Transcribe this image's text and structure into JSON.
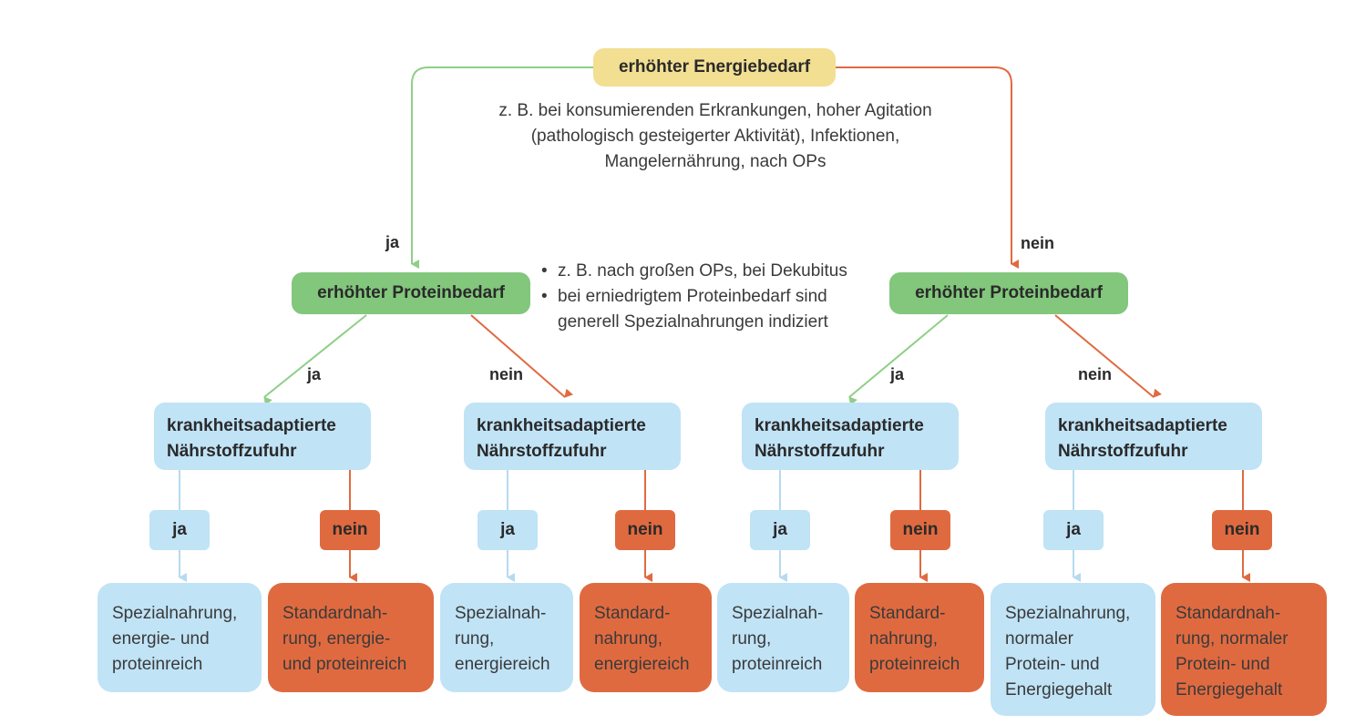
{
  "colors": {
    "yes_line": "#8fce87",
    "no_line": "#e06a40",
    "blue_line": "#b5dbf0",
    "root_fill": "#f2df92",
    "protein_fill": "#82c77c",
    "adapt_fill": "#c0e3f6",
    "orange_fill": "#e06a40"
  },
  "root": {
    "label": "erhöhter Energiebedarf",
    "note": "z. B. bei konsumierenden Erkrankungen, hoher Agitation (pathologisch gesteigerter Aktivität), Infektionen, Mangelernährung, nach OPs",
    "note_lines": [
      "z. B. bei konsumierenden Erkrankungen, hoher Agitation",
      "(pathologisch gesteigerter Aktivität), Infektionen,",
      "Mangelernährung, nach OPs"
    ],
    "yes_label": "ja",
    "no_label": "nein"
  },
  "protein_note": {
    "bullets": [
      "z. B. nach großen OPs, bei Dekubitus",
      "bei erniedrigtem Proteinbedarf sind generell Spezialnahrungen indiziert"
    ],
    "bullet2_lines": [
      "bei erniedrigtem Proteinbedarf sind",
      "generell Spezialnahrungen indiziert"
    ]
  },
  "protein_nodes": [
    {
      "label": "erhöhter Proteinbedarf",
      "yes_label": "ja",
      "no_label": "nein"
    },
    {
      "label": "erhöhter Proteinbedarf",
      "yes_label": "ja",
      "no_label": "nein"
    }
  ],
  "adapt_nodes": [
    {
      "line1": "krankheitsadaptierte",
      "line2": "Nährstoffzufuhr",
      "yes": "ja",
      "no": "nein"
    },
    {
      "line1": "krankheitsadaptierte",
      "line2": "Nährstoffzufuhr",
      "yes": "ja",
      "no": "nein"
    },
    {
      "line1": "krankheitsadaptierte",
      "line2": "Nährstoffzufuhr",
      "yes": "ja",
      "no": "nein"
    },
    {
      "line1": "krankheitsadaptierte",
      "line2": "Nährstoffzufuhr",
      "yes": "ja",
      "no": "nein"
    }
  ],
  "leaves": [
    {
      "type": "special",
      "lines": [
        "Spezialnahrung,",
        "energie- und",
        "proteinreich"
      ]
    },
    {
      "type": "standard",
      "lines": [
        "Standardnah-",
        "rung, energie-",
        "und proteinreich"
      ]
    },
    {
      "type": "special",
      "lines": [
        "Spezialnah-",
        "rung,",
        "energiereich"
      ]
    },
    {
      "type": "standard",
      "lines": [
        "Standard-",
        "nahrung,",
        "energiereich"
      ]
    },
    {
      "type": "special",
      "lines": [
        "Spezialnah-",
        "rung,",
        "proteinreich"
      ]
    },
    {
      "type": "standard",
      "lines": [
        "Standard-",
        "nahrung,",
        "proteinreich"
      ]
    },
    {
      "type": "special",
      "lines": [
        "Spezialnahrung,",
        "normaler",
        "Protein- und",
        "Energiegehalt"
      ]
    },
    {
      "type": "standard",
      "lines": [
        "Standardnah-",
        "rung, normaler",
        "Protein- und",
        "Energiegehalt"
      ]
    }
  ]
}
